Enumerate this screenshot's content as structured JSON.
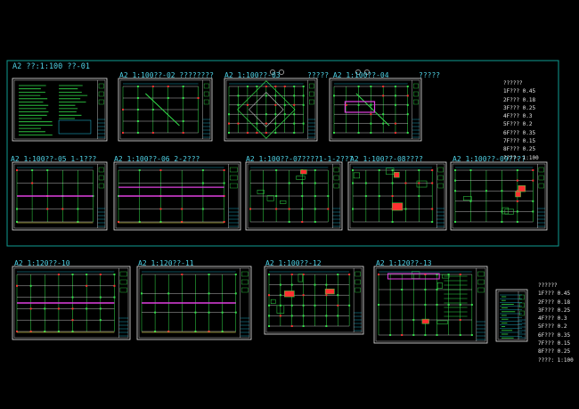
{
  "colors": {
    "background": "#000000",
    "frame": "#0f9b92",
    "sheet_border": "#e8e8e8",
    "title_text": "#4fd2e6",
    "label_text": "#9fd07a",
    "drawing_green": "#33e04a",
    "drawing_red": "#ff3030",
    "drawing_magenta": "#e040e0",
    "drawing_cyan": "#20c8e8",
    "drawing_yellow": "#e8e040"
  },
  "top_group": {
    "title": "A2 ??:1:100 ??-01",
    "sheet_labels": [
      "A2 1:100??-02 ????????",
      "A2 1:100??-03",
      "????? A2 1:100??-04",
      "?????",
      "A2 1:100??-05   1-1???",
      "A2 1:100??-06   2-2???",
      "A2 1:100??-07????1-1-2???",
      "A2 1:100??-08????",
      "A2 1:100??-09????"
    ],
    "legend": [
      "??????",
      "1F???  0.45",
      "2F???  0.18",
      "3F???  0.25",
      "4F???  0.3",
      "5F???  0.2",
      "6F???  0.35",
      "7F???  0.15",
      "8F???  0.25",
      "????: 1:100"
    ]
  },
  "bottom_group": {
    "sheet_labels": [
      "A2 1:120??-10",
      "A2 1:120??-11",
      "A2 1:100??-12",
      "A2 1:120??-13"
    ],
    "legend": [
      "??????",
      "1F???  0.45",
      "2F???  0.18",
      "3F???  0.25",
      "4F???  0.3",
      "5F???  0.2",
      "6F???  0.35",
      "7F???  0.15",
      "8F???  0.25",
      "????: 1:100"
    ]
  }
}
